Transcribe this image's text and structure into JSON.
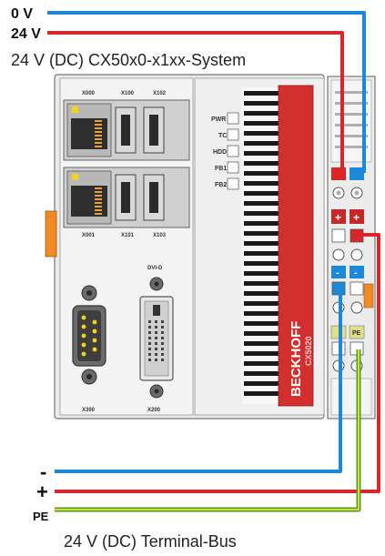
{
  "labels": {
    "v0": "0 V",
    "v24": "24 V",
    "system_title": "24 V (DC) CX50x0-x1xx-System",
    "minus": "-",
    "plus": "+",
    "pe": "PE",
    "bus_title": "24 V (DC) Terminal-Bus"
  },
  "device": {
    "ports_top": [
      "X000",
      "X100",
      "X102"
    ],
    "ports_bottom": [
      "X001",
      "X101",
      "X103"
    ],
    "dvi_label": "DVI-D",
    "com_label": "X300",
    "dvi_port_label": "X200",
    "leds": [
      "PWR",
      "TC",
      "HDD",
      "FB1",
      "FB2"
    ],
    "brand": "BECKHOFF",
    "model": "CX5020"
  },
  "terminal": {
    "pe_mark": "PE"
  },
  "colors": {
    "wire_0v": "#1e88d8",
    "wire_24v": "#d8262a",
    "wire_pe_green": "#3aa33a",
    "wire_pe_yellow": "#f2d21b",
    "brand_red": "#d32f2f",
    "housing": "#eeeeee",
    "orange_tab": "#f08a24"
  }
}
